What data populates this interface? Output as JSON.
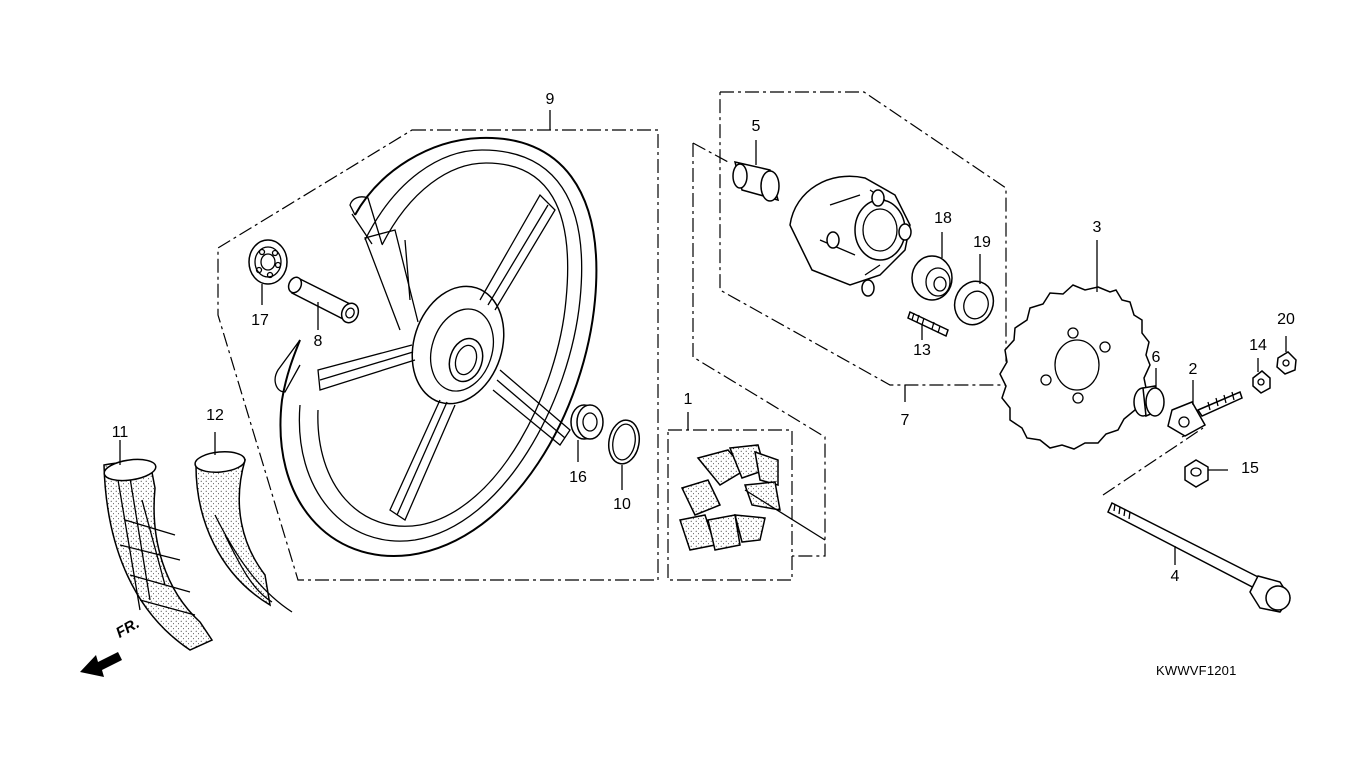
{
  "diagram": {
    "code": "KWWVF1201",
    "direction_label": "FR.",
    "callouts": [
      {
        "id": "c9",
        "text": "9"
      },
      {
        "id": "c5",
        "text": "5"
      },
      {
        "id": "c18",
        "text": "18"
      },
      {
        "id": "c19",
        "text": "19"
      },
      {
        "id": "c3",
        "text": "3"
      },
      {
        "id": "c20",
        "text": "20"
      },
      {
        "id": "c14",
        "text": "14"
      },
      {
        "id": "c6",
        "text": "6"
      },
      {
        "id": "c2",
        "text": "2"
      },
      {
        "id": "c13",
        "text": "13"
      },
      {
        "id": "c7",
        "text": "7"
      },
      {
        "id": "c17",
        "text": "17"
      },
      {
        "id": "c8",
        "text": "8"
      },
      {
        "id": "c1",
        "text": "1"
      },
      {
        "id": "c16",
        "text": "16"
      },
      {
        "id": "c10",
        "text": "10"
      },
      {
        "id": "c11",
        "text": "11"
      },
      {
        "id": "c12",
        "text": "12"
      },
      {
        "id": "c15",
        "text": "15"
      },
      {
        "id": "c4",
        "text": "4"
      }
    ]
  }
}
